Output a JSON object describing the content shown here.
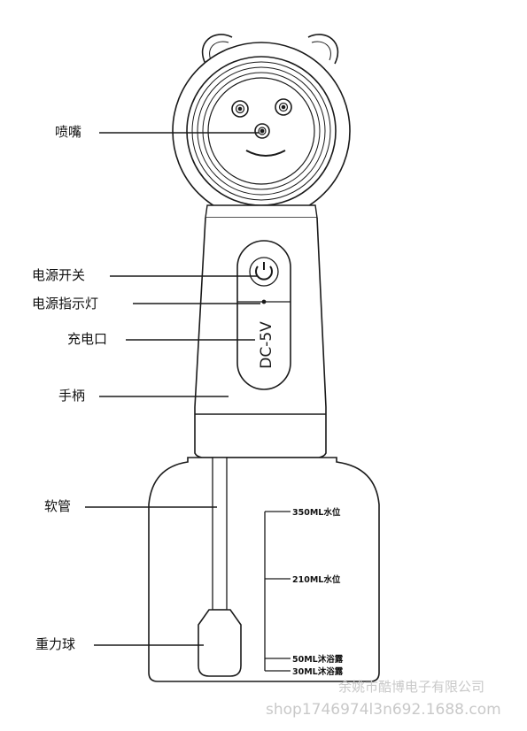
{
  "callouts": {
    "nozzle": "喷嘴",
    "power_switch": "电源开关",
    "power_indicator": "电源指示灯",
    "charge_port": "充电口",
    "handle": "手柄",
    "hose": "软管",
    "weight_ball": "重力球"
  },
  "port_text": "DC-5V",
  "levels": [
    "350ML水位",
    "210ML水位",
    "50ML沐浴露",
    "30ML沐浴露"
  ],
  "watermark": {
    "company": "余姚市酷博电子有限公司",
    "url": "shop1746974l3n692.1688.com"
  }
}
